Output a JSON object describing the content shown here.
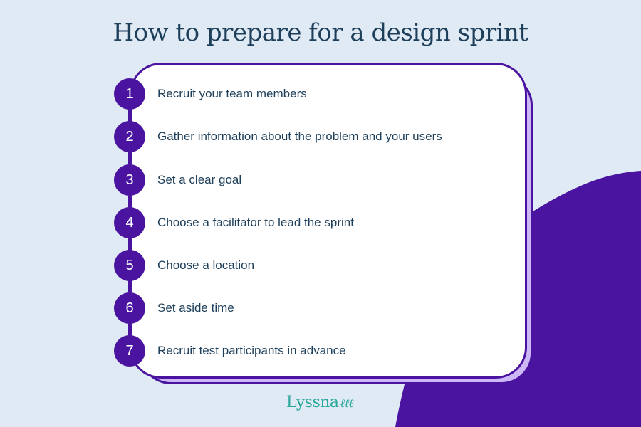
{
  "title": "How to prepare for a design sprint",
  "steps": [
    {
      "number": "1",
      "label": "Recruit your team members"
    },
    {
      "number": "2",
      "label": "Gather information about the problem and your users"
    },
    {
      "number": "3",
      "label": "Set a clear goal"
    },
    {
      "number": "4",
      "label": "Choose a facilitator to lead the sprint"
    },
    {
      "number": "5",
      "label": "Choose a location"
    },
    {
      "number": "6",
      "label": "Set aside time"
    },
    {
      "number": "7",
      "label": "Recruit test participants in advance"
    }
  ],
  "brand": {
    "name": "Lyssna",
    "mark": "ℓℓℓ"
  },
  "colors": {
    "background": "#e0eaf5",
    "accent": "#4a14a0",
    "accent_light": "#cdb8f7",
    "text": "#1e3f5a",
    "brand": "#2aa89a"
  }
}
